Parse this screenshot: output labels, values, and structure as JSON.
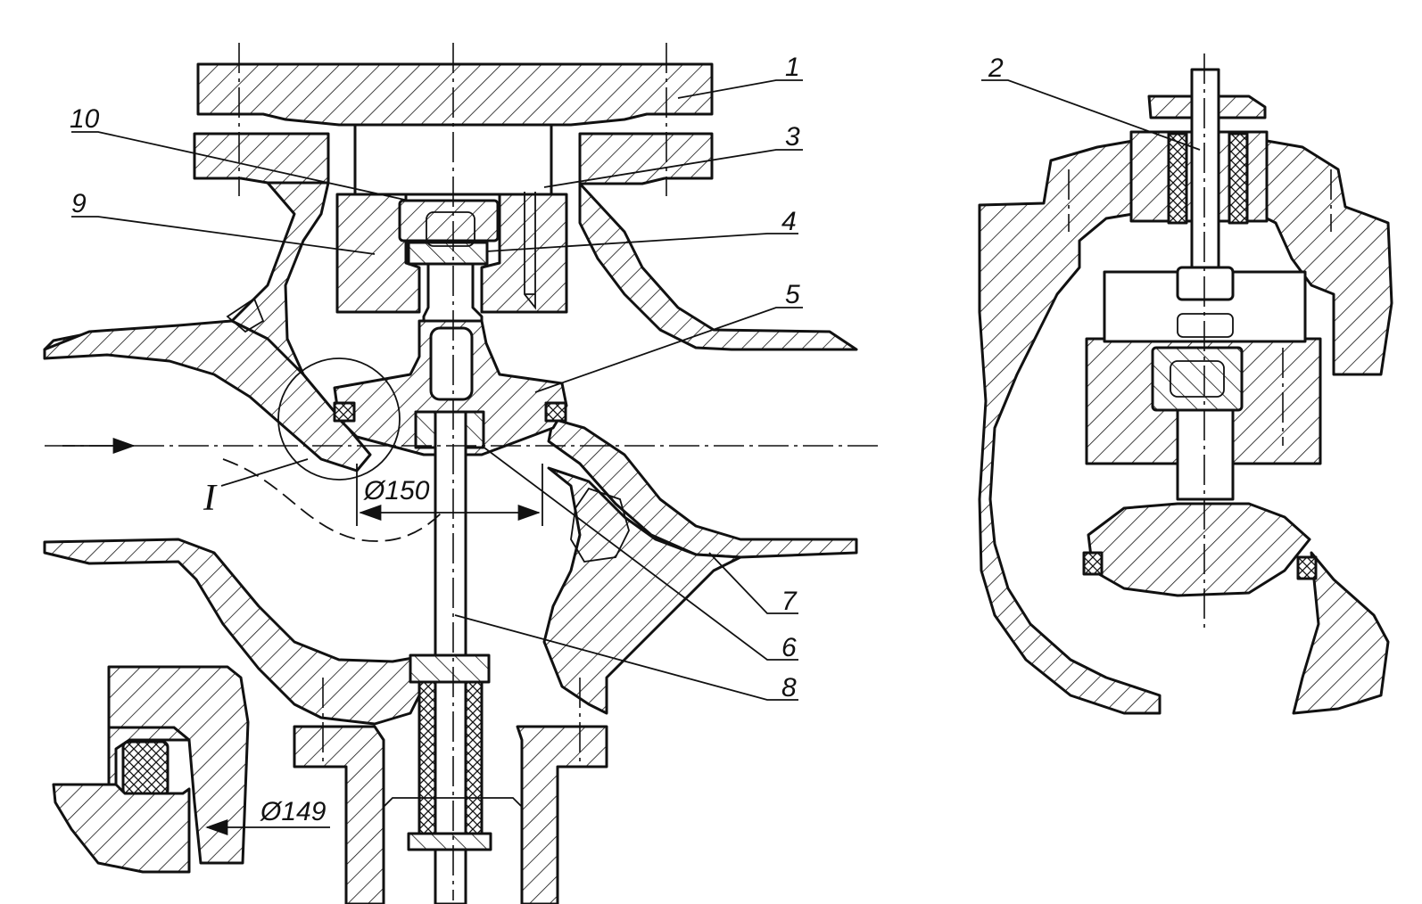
{
  "drawing": {
    "part_labels": [
      "1",
      "2",
      "3",
      "4",
      "5",
      "6",
      "7",
      "8",
      "9",
      "10"
    ],
    "detail_label": "I",
    "dimensions": {
      "seat_diameter": "Ø150",
      "ring_diameter": "Ø149"
    }
  }
}
